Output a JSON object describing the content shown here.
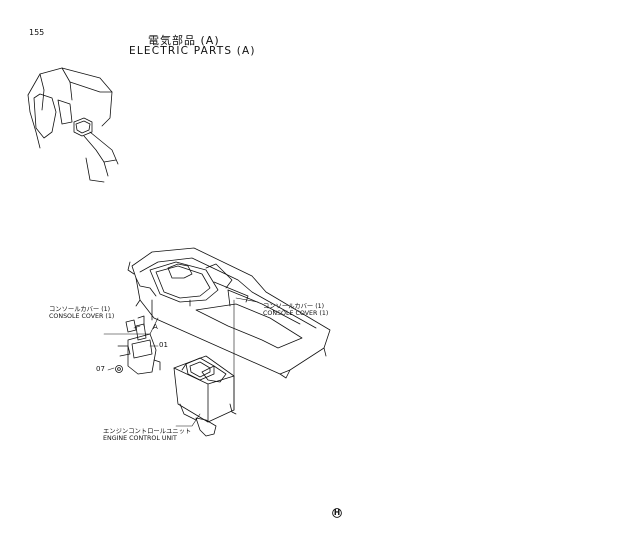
{
  "page_number": "155",
  "title_jp": "電気部品 (A)",
  "title_en": "ELECTRIC PARTS (A)",
  "callouts": {
    "console_cover_left_jp": "コンソールカバー (1)",
    "console_cover_left_en": "CONSOLE COVER (1)",
    "console_cover_right_jp": "コンソールカバー (1)",
    "console_cover_right_en": "CONSOLE COVER (1)",
    "ecu_jp": "エンジンコントロールユニット",
    "ecu_en": "ENGINE CONTROL UNIT",
    "ref_a": "A",
    "ref_01": "01",
    "ref_07": "07"
  },
  "logo": "H"
}
